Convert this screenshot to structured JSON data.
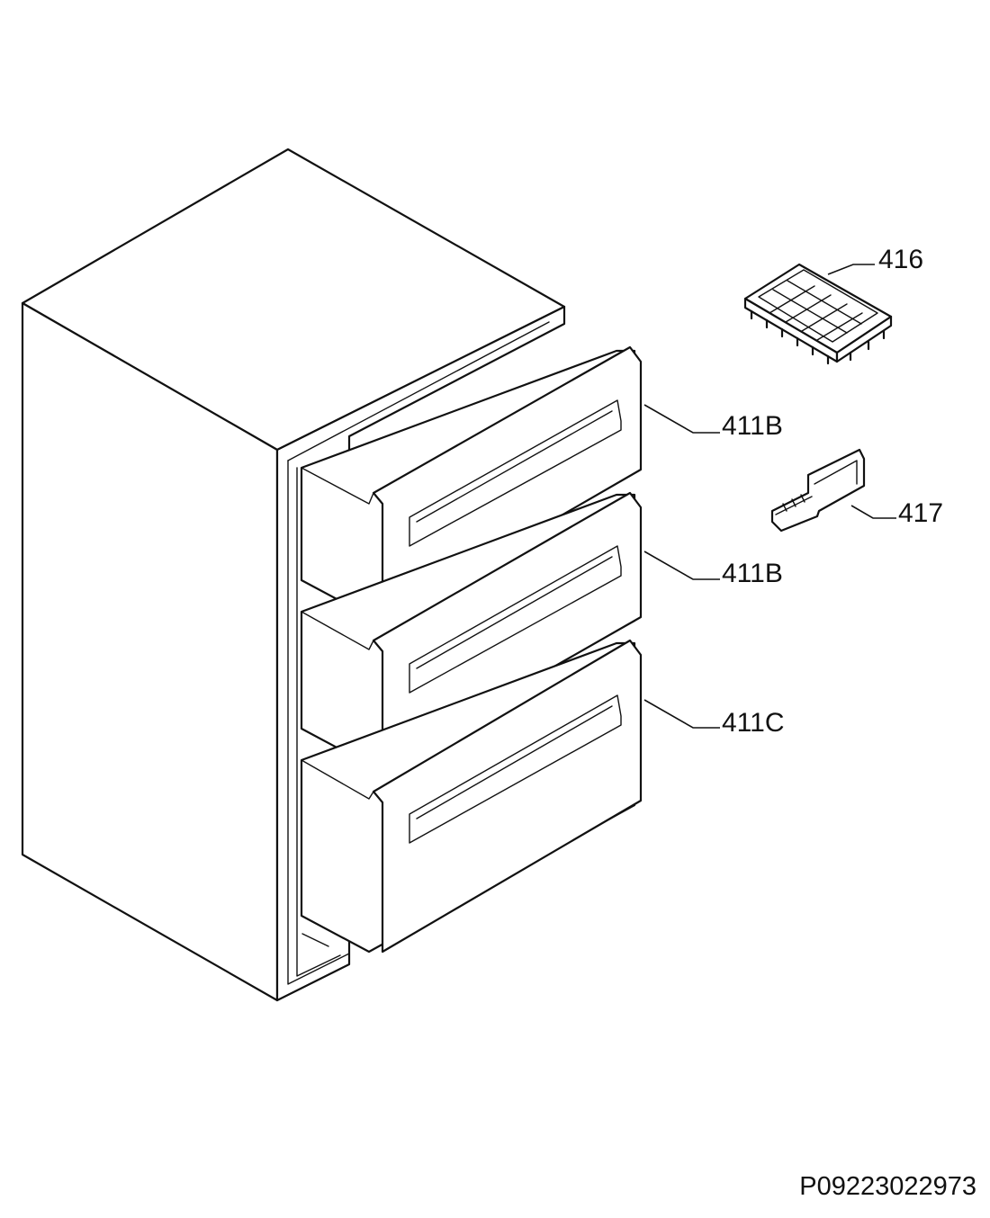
{
  "diagram": {
    "callouts": [
      {
        "id": "ice-tray",
        "label": "416"
      },
      {
        "id": "drawer-top",
        "label": "411B"
      },
      {
        "id": "ice-scraper",
        "label": "417"
      },
      {
        "id": "drawer-middle",
        "label": "411B"
      },
      {
        "id": "drawer-bottom",
        "label": "411C"
      }
    ],
    "document_number": "P09223022973"
  }
}
